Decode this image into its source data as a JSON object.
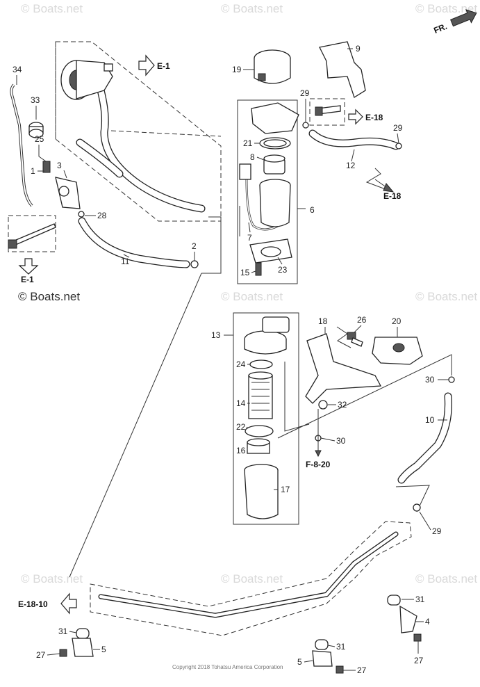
{
  "watermark": {
    "text": "© Boats.net",
    "main_text": "© Boats.net"
  },
  "orientation": {
    "label": "FR."
  },
  "refs": {
    "e1_top": "E-1",
    "e1_left": "E-1",
    "e18_mid": "E-18",
    "e18_right": "E-18",
    "f820": "F-8-20",
    "e1810": "E-18-10"
  },
  "callouts": {
    "c34": "34",
    "c33": "33",
    "c25": "25",
    "c1": "1",
    "c3": "3",
    "c28": "28",
    "c11": "11",
    "c2": "2",
    "c19": "19",
    "c9": "9",
    "c29a": "29",
    "c29b": "29",
    "c21": "21",
    "c8": "8",
    "c12": "12",
    "c6": "6",
    "c7": "7",
    "c23": "23",
    "c15": "15",
    "c13": "13",
    "c18": "18",
    "c26": "26",
    "c20": "20",
    "c24": "24",
    "c14": "14",
    "c22": "22",
    "c16": "16",
    "c17": "17",
    "c32": "32",
    "c30a": "30",
    "c30b": "30",
    "c10": "10",
    "c29c": "29",
    "c31a": "31",
    "c4": "4",
    "c27a": "27",
    "c31b": "31",
    "c5a": "5",
    "c27b": "27",
    "c31c": "31",
    "c5b": "5",
    "c27c": "27"
  },
  "copyright": "Copyright 2018 Tohatsu America Corporation"
}
